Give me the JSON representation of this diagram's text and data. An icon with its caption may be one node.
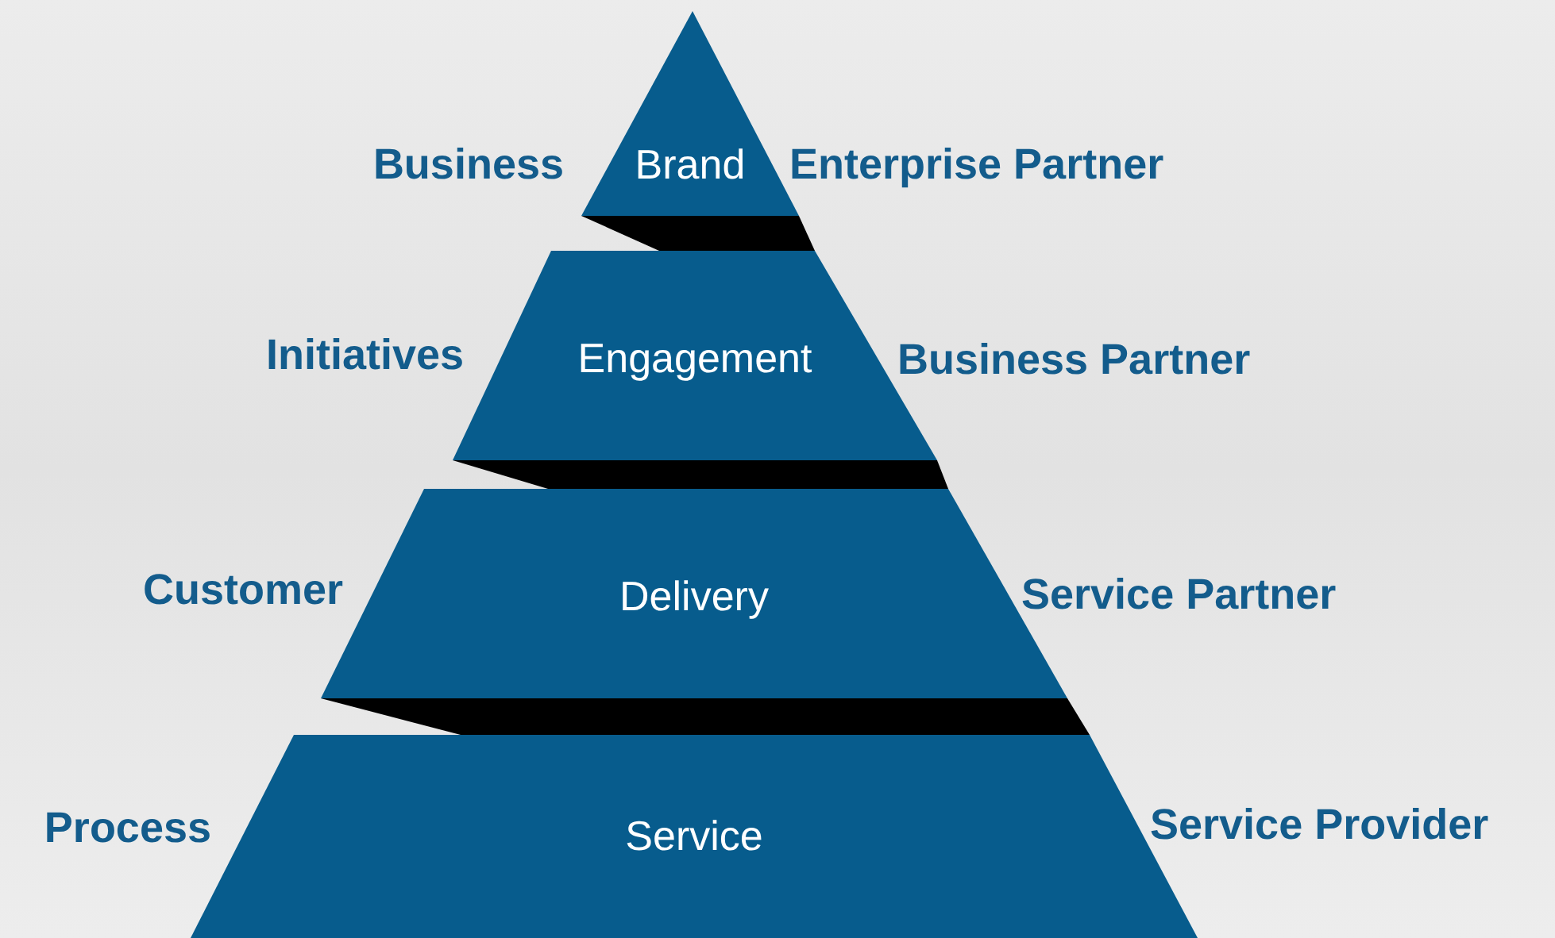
{
  "diagram": {
    "nodes": [
      {
        "text": [
          "Brand"
        ]
      },
      {
        "text": [
          "Engagement"
        ]
      },
      {
        "text": [
          "Delivery"
        ]
      },
      {
        "text": [
          "Service"
        ]
      }
    ],
    "labels": [
      "Business",
      "Enterprise Partner",
      "Initiatives",
      "Business Partner",
      "Customer",
      "Service Partner",
      "Process",
      "Service Provider"
    ]
  }
}
